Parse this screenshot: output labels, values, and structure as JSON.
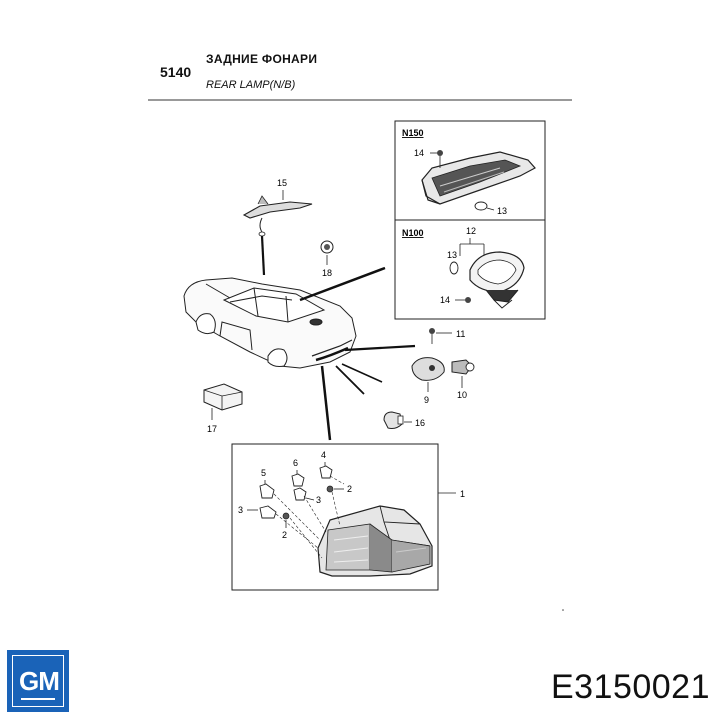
{
  "header": {
    "section_number": "5140",
    "title_ru": "ЗАДНИЕ ФОНАРИ",
    "title_en": "REAR LAMP(N/B)"
  },
  "insets": {
    "top_label": "N150",
    "bottom_label": "N100"
  },
  "callouts": {
    "c1": "1",
    "c2a": "2",
    "c2b": "2",
    "c3a": "3",
    "c3b": "3",
    "c4": "4",
    "c5": "5",
    "c6": "6",
    "c9": "9",
    "c10": "10",
    "c11": "11",
    "c12": "12",
    "c13a": "13",
    "c13b": "13",
    "c14a": "14",
    "c14b": "14",
    "c15": "15",
    "c16": "16",
    "c17": "17",
    "c18": "18"
  },
  "footer": {
    "logo_text": "GM",
    "part_code": "E3150021"
  },
  "colors": {
    "logo_blue": "#1a63b8",
    "line": "#222222"
  }
}
